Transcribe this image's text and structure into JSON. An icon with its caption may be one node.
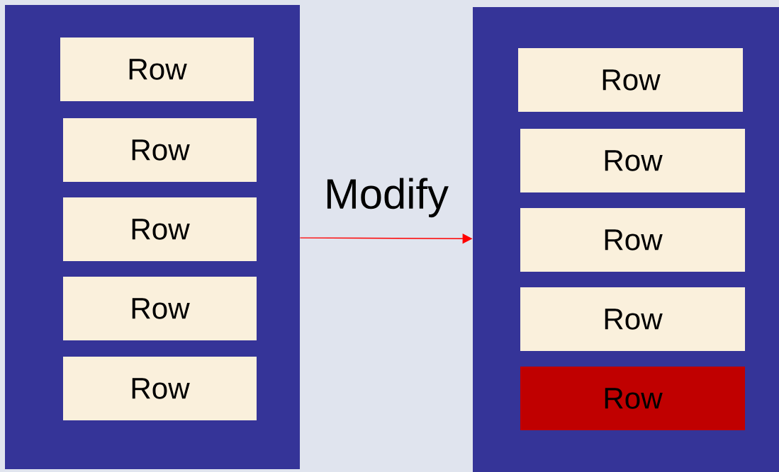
{
  "diagram": {
    "nodes": [
      {
        "text": [],
        "shape": "box"
      },
      {
        "text": [
          "Row"
        ],
        "in": 0
      },
      {
        "text": [
          "Row"
        ],
        "in": 0
      },
      {
        "text": [
          "Row"
        ],
        "in": 0
      },
      {
        "text": [
          "Row"
        ],
        "in": 0
      },
      {
        "text": [
          "Row"
        ],
        "in": 0
      },
      {
        "text": [],
        "shape": "box"
      },
      {
        "text": [
          "Row"
        ],
        "in": 6
      },
      {
        "text": [
          "Row"
        ],
        "in": 6
      },
      {
        "text": [
          "Row"
        ],
        "in": 6
      },
      {
        "text": [
          "Row"
        ],
        "in": 6
      },
      {
        "text": [
          "Row"
        ],
        "in": 6
      }
    ],
    "edges": [
      {
        "from": 0,
        "to": 6,
        "arrow": "to",
        "label": "Modify",
        "color": "#ff0000"
      }
    ]
  }
}
